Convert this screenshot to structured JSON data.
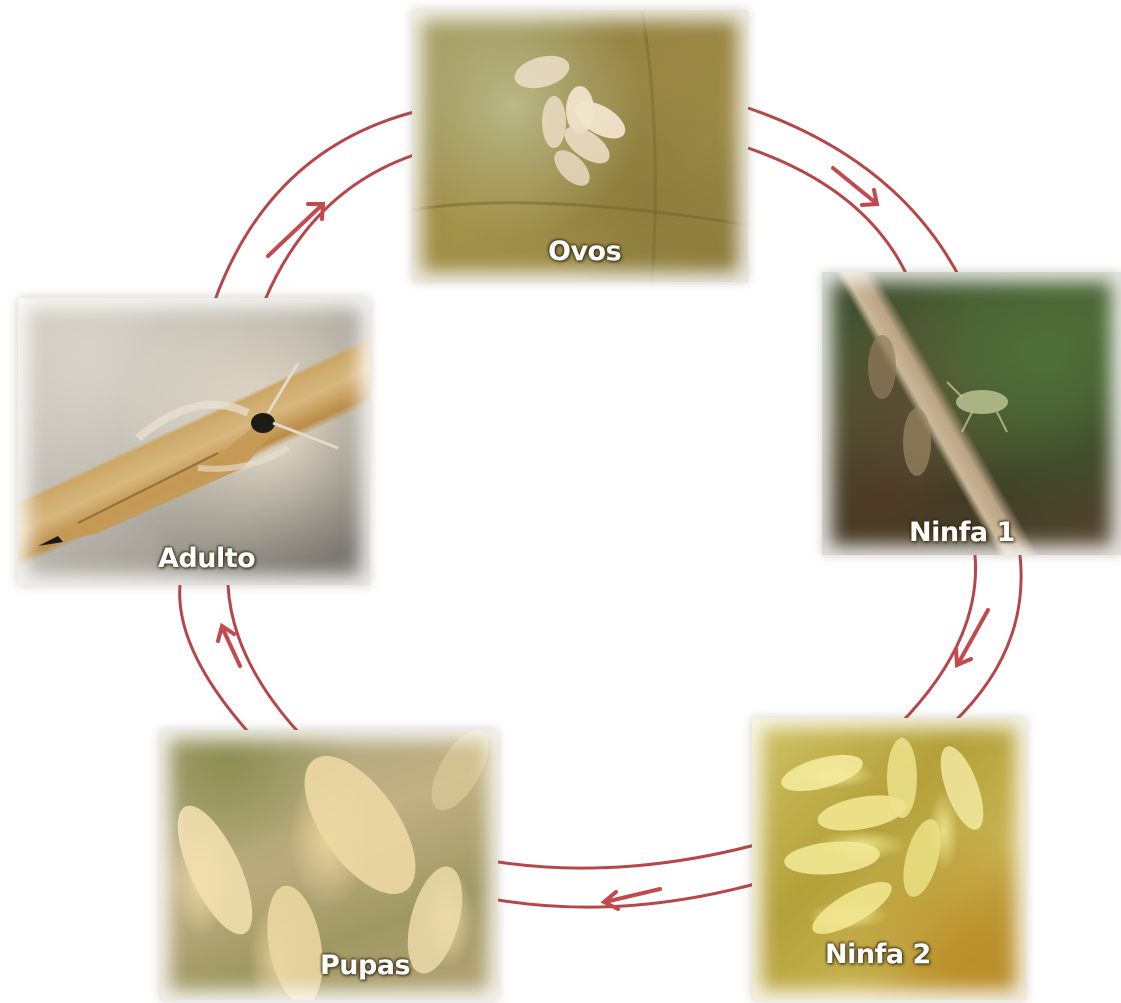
{
  "diagram": {
    "stages": [
      {
        "id": "ovos",
        "label": "Ovos"
      },
      {
        "id": "ninfa1",
        "label": "Ninfa 1"
      },
      {
        "id": "ninfa2",
        "label": "Ninfa 2"
      },
      {
        "id": "pupas",
        "label": "Pupas"
      },
      {
        "id": "adulto",
        "label": "Adulto"
      }
    ],
    "cycle_direction": "clockwise",
    "colors": {
      "ring": "#b5464a",
      "arrow": "#c24a4e",
      "label": "#ffffff"
    }
  }
}
